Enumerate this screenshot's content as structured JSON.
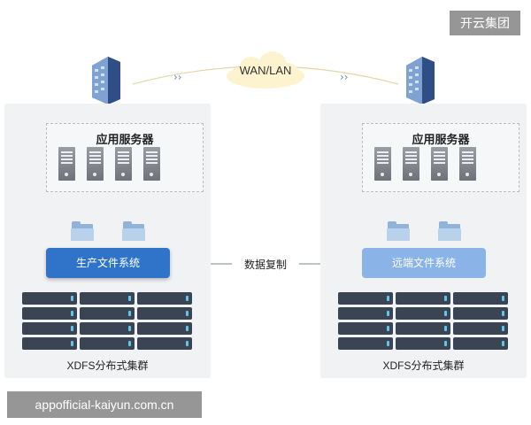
{
  "brand_tag": "开云集团",
  "network_label": "WAN/LAN",
  "left": {
    "server_box_title": "应用服务器",
    "fs_label": "生产文件系统",
    "cluster_label": "XDFS分布式集群"
  },
  "right": {
    "server_box_title": "应用服务器",
    "fs_label": "远端文件系统",
    "cluster_label": "XDFS分布式集群"
  },
  "replication_label": "数据复制",
  "watermark": "appofficial-kaiyun.com.cn",
  "colors": {
    "primary_fs": "#2f74c9",
    "remote_fs": "#8ab4e8",
    "rack": "#3a4453",
    "rack_led": "#5ec7ee",
    "panel": "#f1f2f4"
  },
  "icons": [
    "building-icon",
    "server-icon",
    "folder-icon",
    "rack-icon",
    "cloud-icon",
    "arrow-icon"
  ]
}
